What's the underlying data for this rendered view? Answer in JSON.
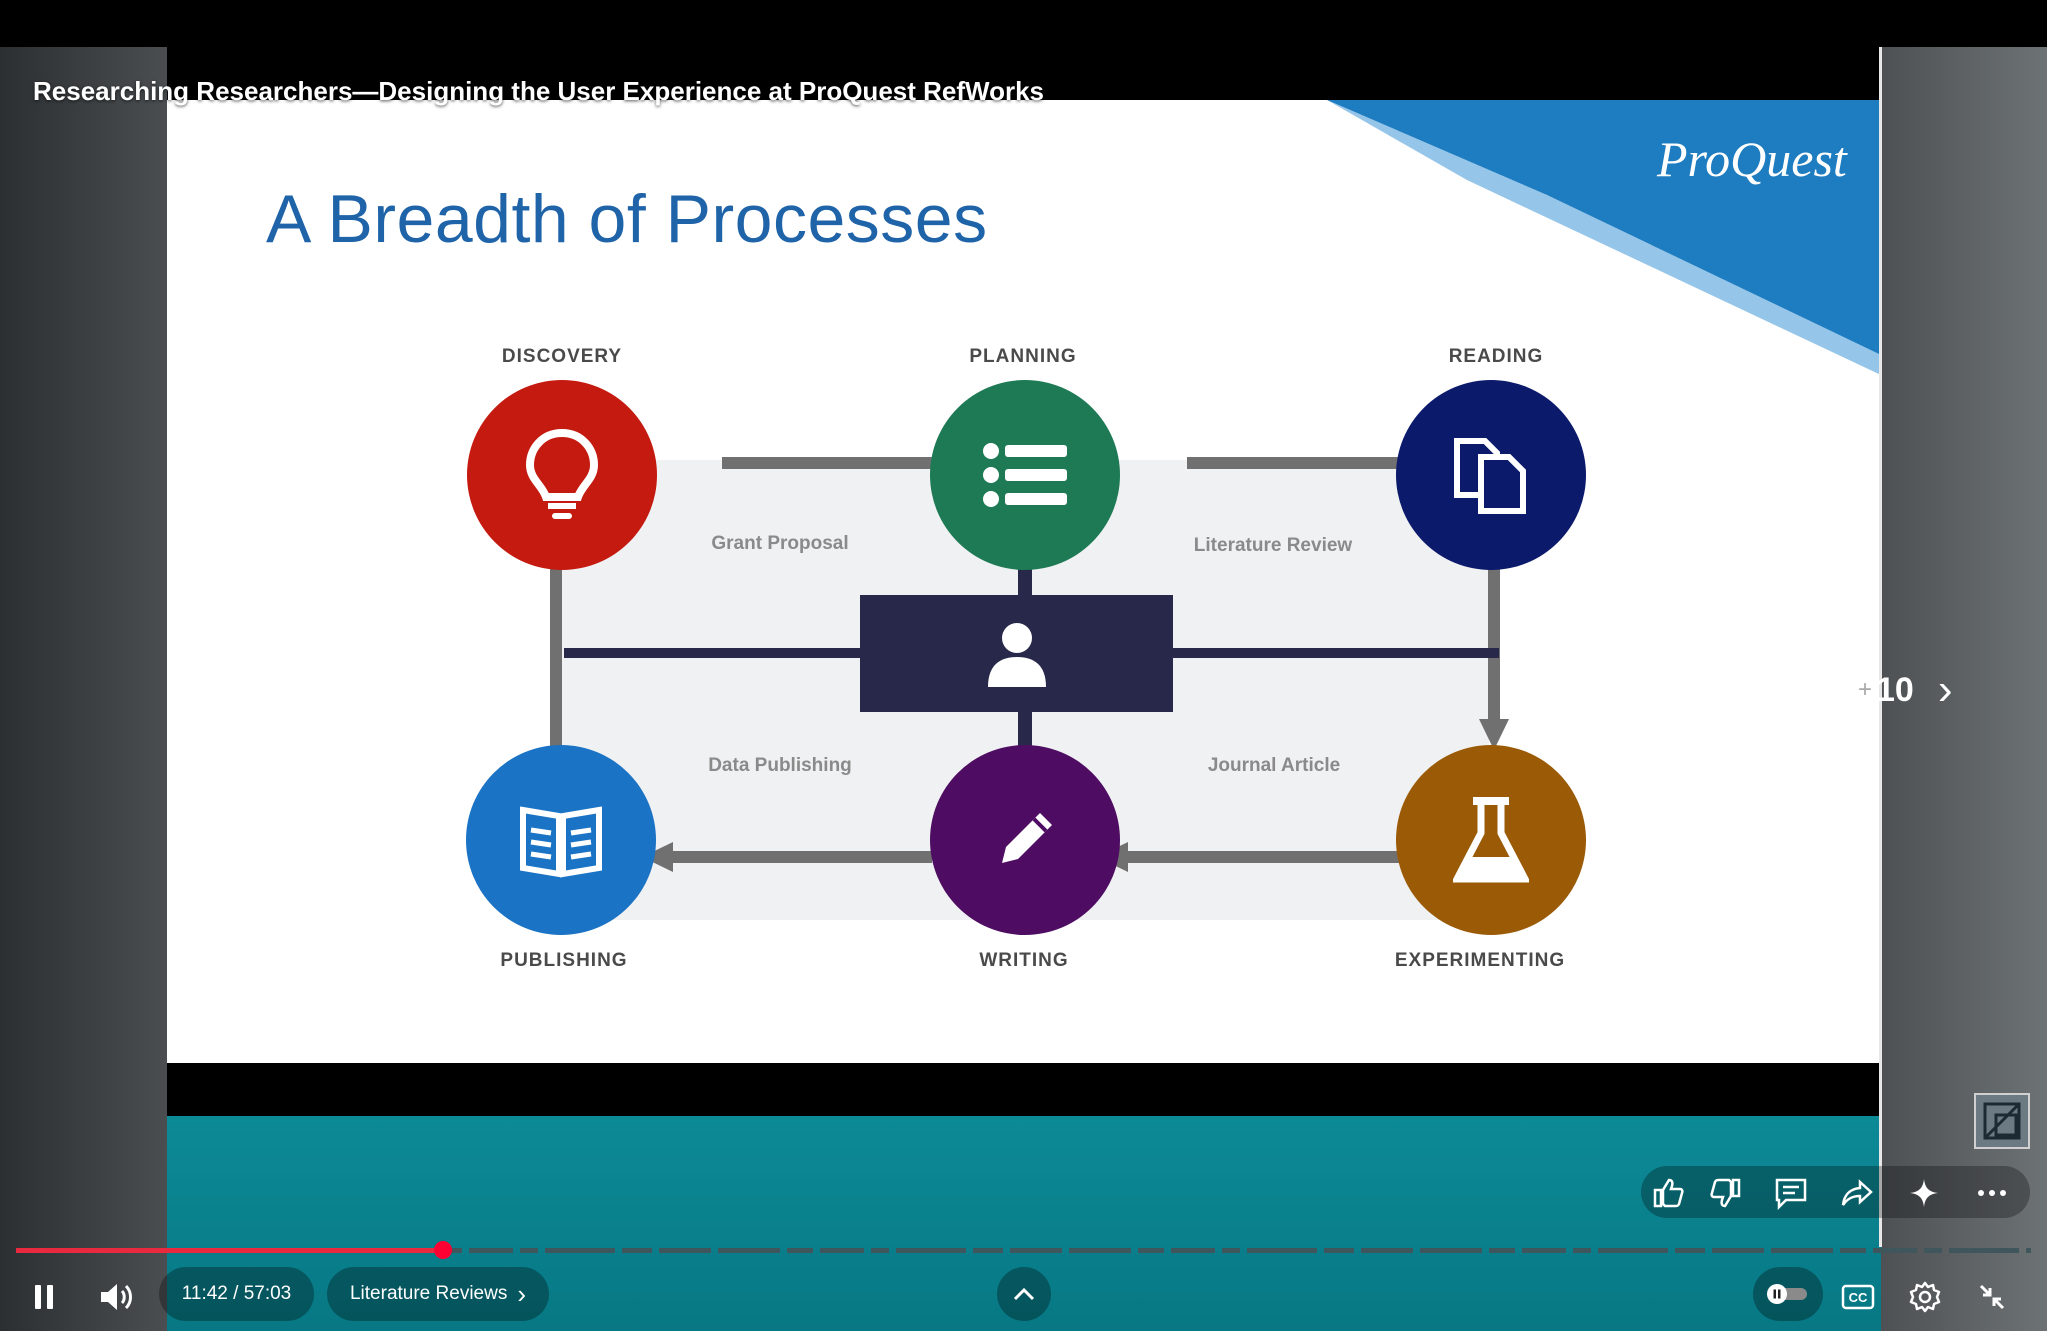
{
  "video": {
    "title": "Researching Researchers—Designing the User Experience at ProQuest RefWorks"
  },
  "slide": {
    "title": "A Breadth of Processes",
    "brand": "ProQuest",
    "processes": {
      "discovery": "DISCOVERY",
      "planning": "PLANNING",
      "reading": "READING",
      "publishing": "PUBLISHING",
      "writing": "WRITING",
      "experimenting": "EXPERIMENTING"
    },
    "flows": {
      "grant_proposal": "Grant Proposal",
      "literature_review": "Literature Review",
      "data_publishing": "Data Publishing",
      "journal_article": "Journal Article"
    },
    "colors": {
      "discovery": "#c41a10",
      "planning": "#1d7a55",
      "reading": "#0c1a6b",
      "publishing": "#1a73c4",
      "writing": "#4e0d62",
      "experimenting": "#9a5a06"
    }
  },
  "slide_nav": {
    "plus": "+",
    "count": "10"
  },
  "player": {
    "time": "11:42 / 57:03",
    "chapter": "Literature Reviews",
    "progress_fraction": 0.205,
    "accent": "#ff0033"
  }
}
